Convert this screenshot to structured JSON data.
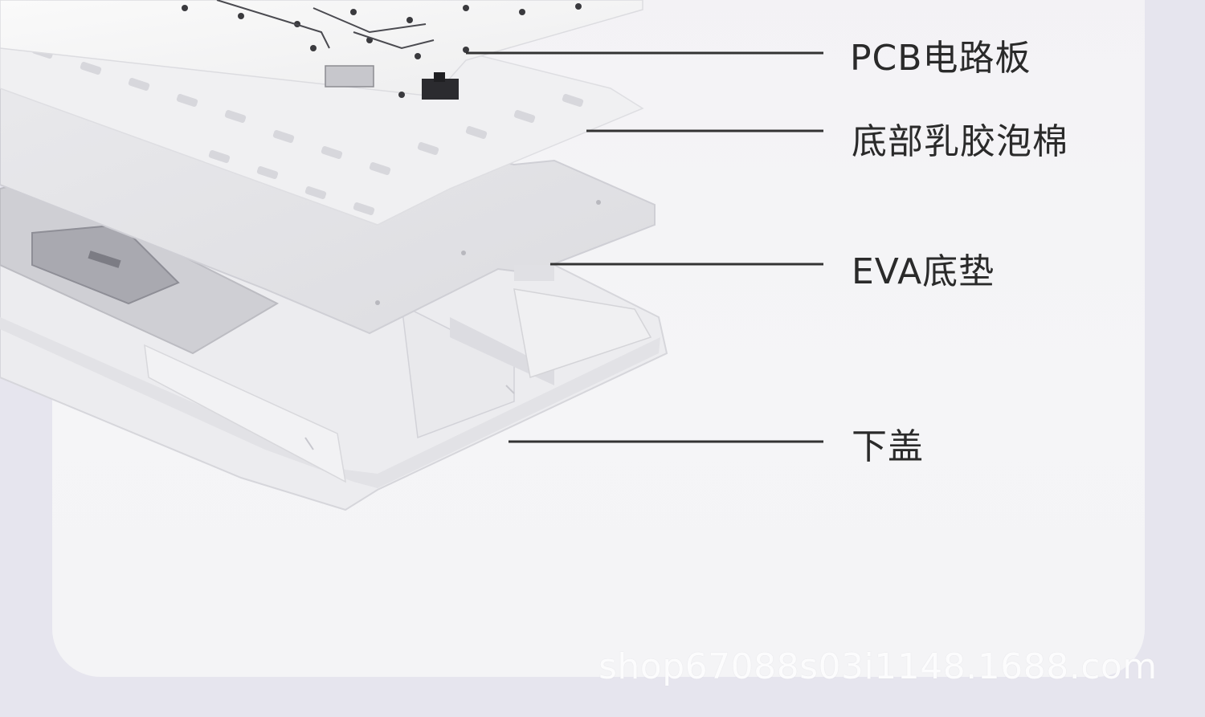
{
  "labels": {
    "pcb": "PCB电路板",
    "latex_foam": "底部乳胶泡棉",
    "eva_pad": "EVA底垫",
    "bottom_cover": "下盖"
  },
  "watermark": "shop67088s03i1148.1688.com",
  "colors": {
    "background": "#e6e5ee",
    "panel": "#f4f4f6",
    "label_text": "#2a2a2a",
    "leader_line": "#333333"
  }
}
